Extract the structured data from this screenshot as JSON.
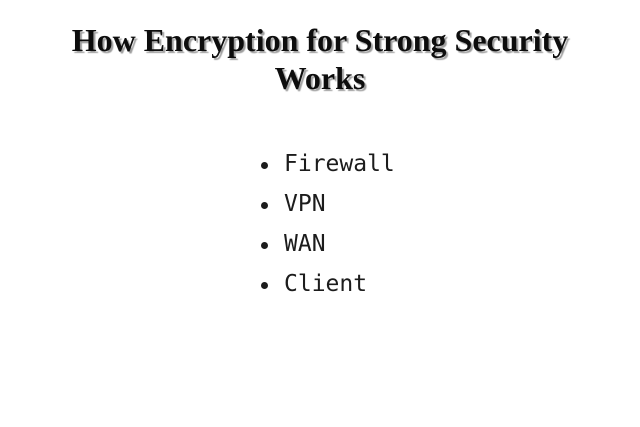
{
  "slide": {
    "title": "How Encryption for Strong Security Works",
    "bullets": [
      "Firewall",
      "VPN",
      "WAN",
      "Client"
    ]
  }
}
